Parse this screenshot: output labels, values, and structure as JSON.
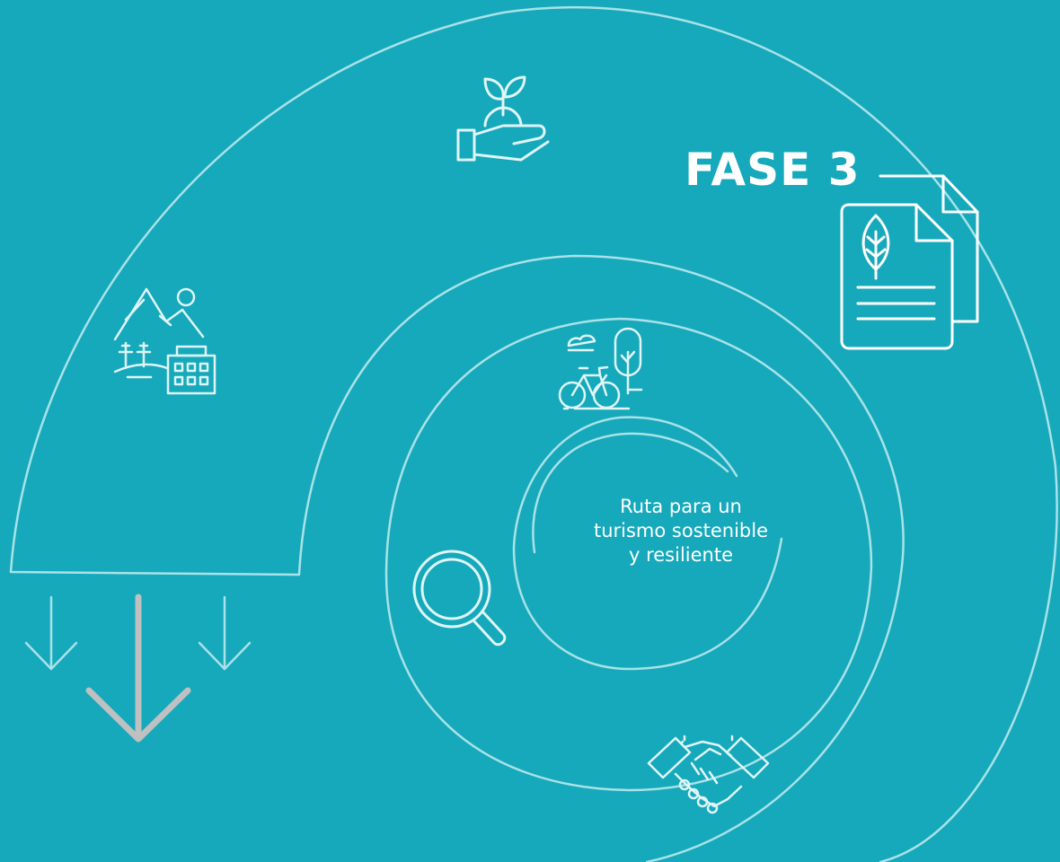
{
  "diagram": {
    "phase_label": "FASE 3",
    "center_text": [
      "Ruta para un",
      "turismo sostenible",
      "y resiliente"
    ]
  },
  "colors": {
    "background": "#16a9bb",
    "line": "#a9e2e8",
    "text": "#ffffff",
    "arrows": "#a9e2e8",
    "center_arrow": "#c0c0c0"
  },
  "icons": [
    "plant-in-hand-icon",
    "mountains-hotel-icon",
    "bicycle-tree-icon",
    "eco-document-icon",
    "magnifier-icon",
    "handshake-icon",
    "down-arrows-icon"
  ]
}
